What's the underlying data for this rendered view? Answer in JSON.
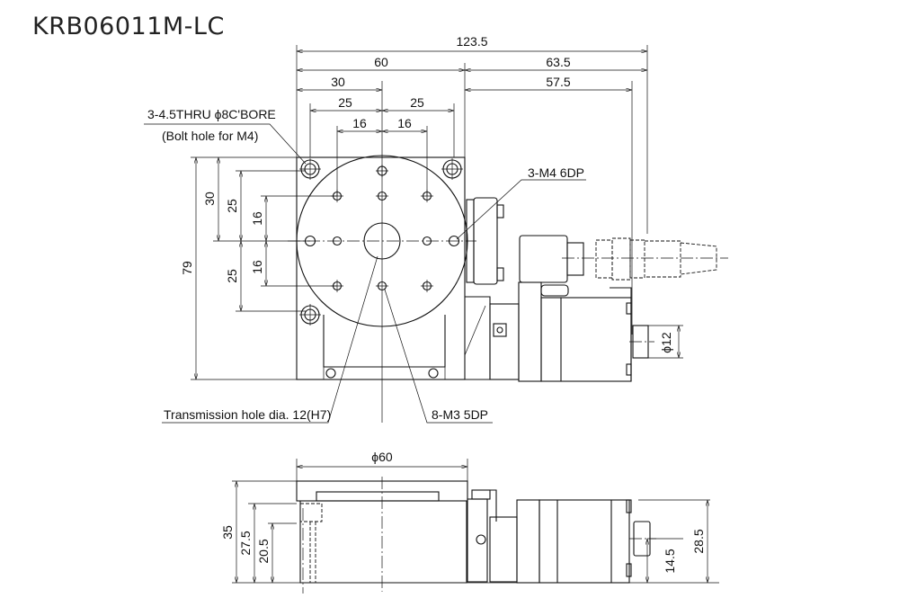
{
  "title": "KRB06011M-LC",
  "dimensions": {
    "overall_width": "123.5",
    "stage_width": "60",
    "motor_extent": "63.5",
    "half_width": "30",
    "motor_offset": "57.5",
    "hole_pitch_25_left": "25",
    "hole_pitch_25_right": "25",
    "hole_pitch_16_left": "16",
    "hole_pitch_16_right": "16",
    "height_79": "79",
    "height_30": "30",
    "v25_upper": "25",
    "v25_lower": "25",
    "v16_upper": "16",
    "v16_lower": "16",
    "knob_dia": "ϕ12",
    "table_dia": "ϕ60",
    "side_35": "35",
    "side_27_5": "27.5",
    "side_20_5": "20.5",
    "side_14_5": "14.5",
    "side_28_5": "28.5"
  },
  "callouts": {
    "bolt_hole_line1": "3-4.5THRU ϕ8C'BORE",
    "bolt_hole_line2": "(Bolt hole for M4)",
    "m4": "3-M4 6DP",
    "transmission": "Transmission hole dia. 12(H7)",
    "m3": "8-M3 5DP"
  }
}
